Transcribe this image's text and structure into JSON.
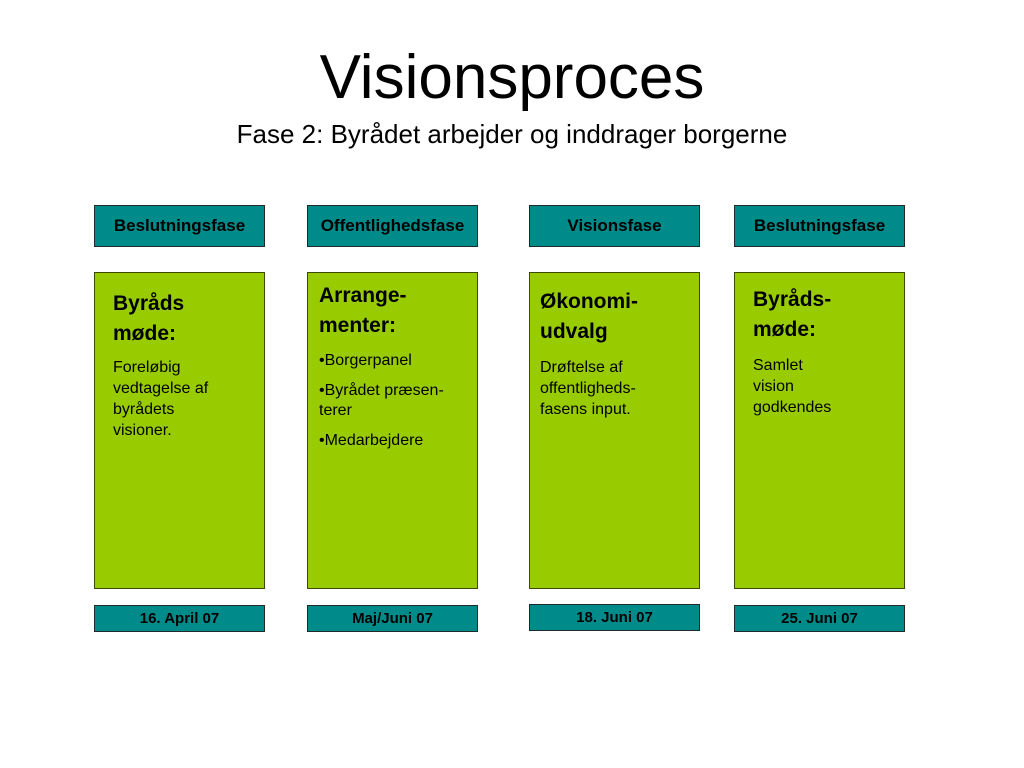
{
  "title": "Visionsproces",
  "subtitle": "Fase 2: Byrådet arbejder og inddrager borgerne",
  "colors": {
    "phase_bg": "#008b8b",
    "card_bg": "#99cc00",
    "border": "#1f2b2b"
  },
  "columns": [
    {
      "phase": "Beslutningsfase",
      "heading_line1": "Byråds",
      "heading_line2": "møde:",
      "text_line1": "Foreløbig",
      "text_line2": "vedtagelse af",
      "text_line3": "byrådets",
      "text_line4": "visioner.",
      "date": "16. April 07"
    },
    {
      "phase": "Offentlighedsfase",
      "heading_line1": "Arrange-",
      "heading_line2": "menter:",
      "bullets": [
        "•Borgerpanel",
        "•Byrådet præsen-",
        "terer",
        "•Medarbejdere"
      ],
      "date": "Maj/Juni  07"
    },
    {
      "phase": "Visionsfase",
      "heading_line1": "Økonomi-",
      "heading_line2": "udvalg",
      "text_line1": "Drøftelse af",
      "text_line2": "offentligheds-",
      "text_line3": "fasens input.",
      "date": "18. Juni 07"
    },
    {
      "phase": "Beslutningsfase",
      "heading_line1": "Byråds-",
      "heading_line2": "møde:",
      "text_line1": "Samlet",
      "text_line2": "vision",
      "text_line3": "godkendes",
      "date": "25. Juni 07"
    }
  ]
}
